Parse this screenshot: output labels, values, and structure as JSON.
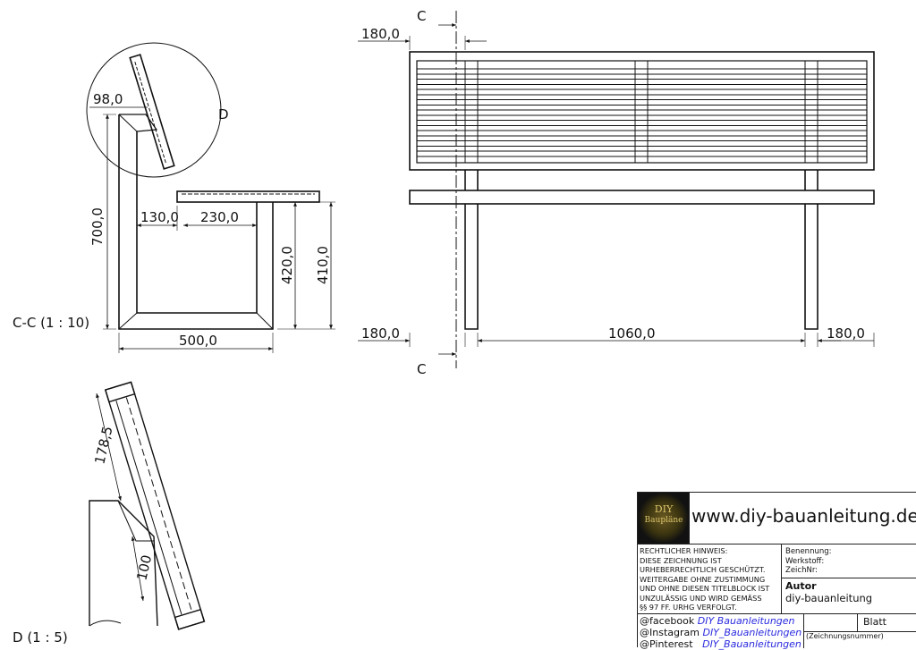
{
  "section_view": {
    "label": "C-C (1 : 10)",
    "detail_marker": "D",
    "dimensions": {
      "back_offset": "98,0",
      "height": "700,0",
      "gap": "130,0",
      "seat_depth": "230,0",
      "seat_height_a": "420,0",
      "seat_height_b": "410,0",
      "width": "500,0"
    }
  },
  "front_view": {
    "section_marker": "C",
    "dimensions": {
      "top_left": "180,0",
      "left": "180,0",
      "span": "1060,0",
      "right": "180,0"
    }
  },
  "detail_view": {
    "label": "D (1 : 5)",
    "dimensions": {
      "length": "178,5",
      "height": "100"
    }
  },
  "title_block": {
    "logo_text_top": "DIY",
    "logo_text_bottom": "Baupläne",
    "url": "www.diy-bauanleitung.de",
    "legal_notice": "RECHTLICHER HINWEIS:\nDIESE ZEICHNUNG IST\nURHEBERRECHTLICH GESCHÜTZT.\nWEITERGABE OHNE ZUSTIMMUNG\nUND OHNE DIESEN TITELBLOCK IST\nUNZULÄSSIG UND WIRD GEMÄSS\n§§ 97 FF. URHG VERFOLGT.",
    "meta": "Benennung:\nWerkstoff:\nZeichNr:",
    "autor_label": "Autor",
    "autor_value": "diy-bauanleitung",
    "social": [
      {
        "platform": "@facebook",
        "handle": "DIY Bauanleitungen"
      },
      {
        "platform": "@Instagram",
        "handle": "DIY_Bauanleitungen"
      },
      {
        "platform": "@Pinterest",
        "handle": "DIY_Bauanleitungen"
      }
    ],
    "sheet_label": "Blatt",
    "drawing_number_label": "(Zeichnungsnummer)"
  }
}
